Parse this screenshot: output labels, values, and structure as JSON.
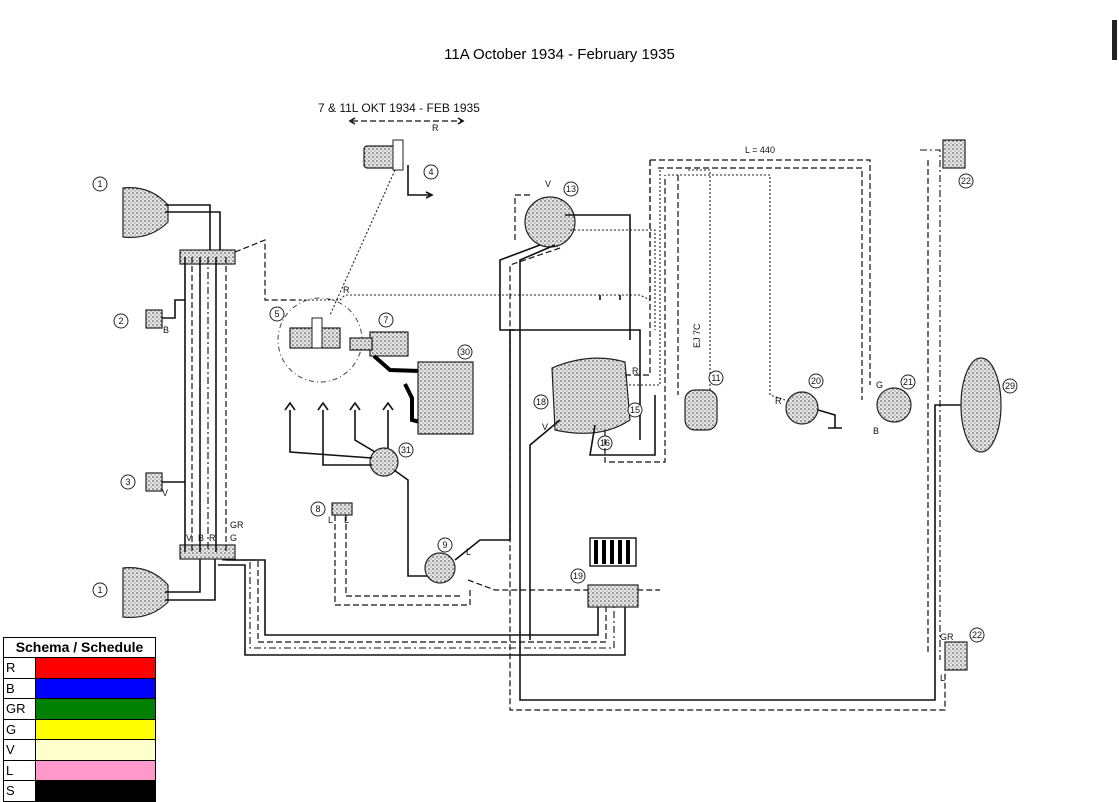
{
  "title": "11A October 1934 - February 1935",
  "subtitle": "7 & 11L  OKT 1934 - FEB 1935",
  "wire_labels": {
    "l440": "L = 440",
    "ej7c": "EJ 7C",
    "r": "R",
    "b": "B",
    "v": "V",
    "g": "G",
    "gr": "GR",
    "l": "L",
    "connector_v": "V",
    "connector_b": "B",
    "connector_r": "R",
    "connector_g": "G",
    "connector_gr": "GR"
  },
  "components": [
    "1",
    "2",
    "3",
    "4",
    "5",
    "7",
    "8",
    "9",
    "11",
    "13",
    "15",
    "16",
    "18",
    "19",
    "20",
    "21",
    "22",
    "29",
    "30",
    "31"
  ],
  "legend": {
    "title": "Schema / Schedule",
    "rows": [
      {
        "code": "R",
        "color": "#ff0000"
      },
      {
        "code": "B",
        "color": "#0000ff"
      },
      {
        "code": "GR",
        "color": "#008000"
      },
      {
        "code": "G",
        "color": "#ffff00"
      },
      {
        "code": "V",
        "color": "#ffffcc"
      },
      {
        "code": "L",
        "color": "#ff99cc"
      },
      {
        "code": "S",
        "color": "#000000"
      }
    ]
  }
}
